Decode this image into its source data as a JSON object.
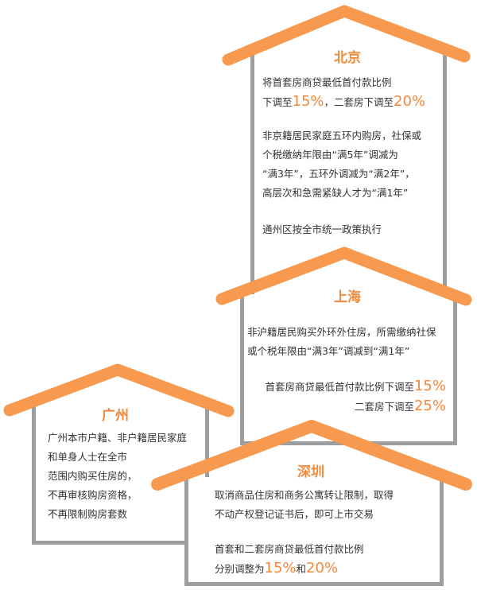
{
  "colors": {
    "roof": "#f7994f",
    "wall": "#9d9ea0",
    "highlight": "#f5873a"
  },
  "beijing": {
    "title": "北京",
    "p1_l1": "将首套房商贷最低首付款比例",
    "p1_l2a": "下调至",
    "p1_v1": "15%",
    "p1_l2b": "，二套房下调至",
    "p1_v2": "20%",
    "p2": [
      "非京籍居民家庭五环内购房，社保或",
      "个税缴纳年限由“满5年”调减为",
      "“满3年”，五环外调减为“满2年”，",
      "高层次和急需紧缺人才为“满1年”"
    ],
    "p3": "通州区按全市统一政策执行"
  },
  "shanghai": {
    "title": "上海",
    "p1": [
      "非沪籍居民购买外环外住房，所需缴纳社保",
      "或个税年限由“满3年”调减到“满1年”"
    ],
    "p2_l1": "首套房商贷最低首付款比例下调至",
    "p2_v1": "15%",
    "p2_l2": "二套房下调至",
    "p2_v2": "25%"
  },
  "guangzhou": {
    "title": "广州",
    "lines": [
      "广州本市户籍、非户籍居民家庭",
      "和单身人士在全市",
      "范围内购买住房的，",
      "不再审核购房资格，",
      "不再限制购房套数"
    ]
  },
  "shenzhen": {
    "title": "深圳",
    "p1": [
      "取消商品住房和商务公寓转让限制，取得",
      "不动产权登记证书后，即可上市交易"
    ],
    "p2_l1": "首套和二套房商贷最低首付款比例",
    "p2_l2a": "分别调整为",
    "p2_v1": "15%",
    "p2_and": "和",
    "p2_v2": "20%"
  }
}
